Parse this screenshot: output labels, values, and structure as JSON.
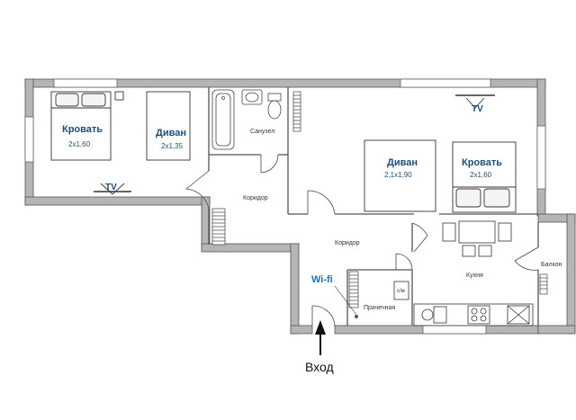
{
  "labels": {
    "bed_left": "Кровать",
    "bed_left_size": "2x1,60",
    "sofa_left": "Диван",
    "sofa_left_size": "2x1,35",
    "tv_left": "TV",
    "bathroom": "Санузел",
    "corridor_upper": "Коридор",
    "corridor_lower": "Коридор",
    "sofa_right": "Диван",
    "sofa_right_size": "2,1x1,90",
    "bed_right": "Кровать",
    "bed_right_size": "2x1,60",
    "tv_right": "TV",
    "kitchen": "Кухня",
    "balcony": "Балкон",
    "wifi": "Wi-fi",
    "washer": "с/м",
    "laundry": "Прачечная",
    "entrance": "Вход"
  },
  "colors": {
    "wall": "#b5b5b5",
    "wall_stroke": "#555555",
    "line": "#444444",
    "text_blue": "#1f4e79",
    "wifi_blue": "#1f6fc0"
  }
}
